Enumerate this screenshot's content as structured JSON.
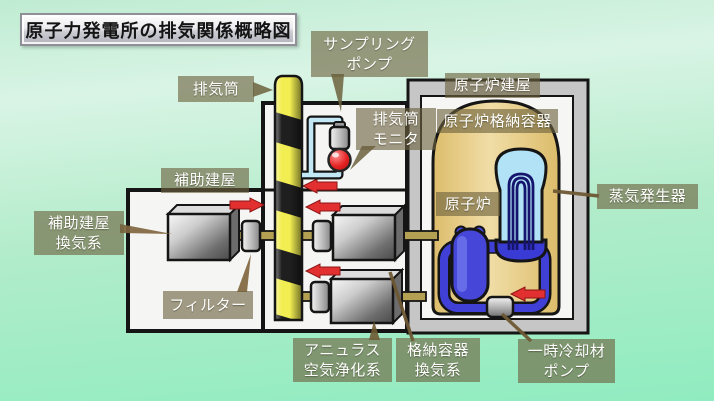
{
  "title": "原子力発電所の排気関係概略図",
  "labels": {
    "stack": "排気筒",
    "sampling_pump": "サンプリング\nポンプ",
    "reactor_building": "原子炉建屋",
    "stack_monitor": "排気筒\nモニタ",
    "containment": "原子炉格納容器",
    "aux_building": "補助建屋",
    "reactor": "原子炉",
    "steam_generator": "蒸気発生器",
    "aux_vent": "補助建屋\n換気系",
    "filter": "フィルター",
    "annulus_purge": "アニュラス\n空気浄化系",
    "containment_vent": "格納容器\n換気系",
    "coolant_pump": "一時冷却材\nポンプ"
  },
  "colors": {
    "label_bg": "rgba(108,97,61,0.62)",
    "stack_yellow": "#f2ee52",
    "containment_tan": "#e9cd85",
    "primary_loop_blue": "#4040d6",
    "steam_generator_blue": "#b2e2f6",
    "monitor_red": "#d81a1a",
    "flow_arrow_red": "#e23030",
    "pipe_tan": "#b3a053",
    "building_gray": "#c6c6c6",
    "background_green": "#a9ecc7"
  }
}
